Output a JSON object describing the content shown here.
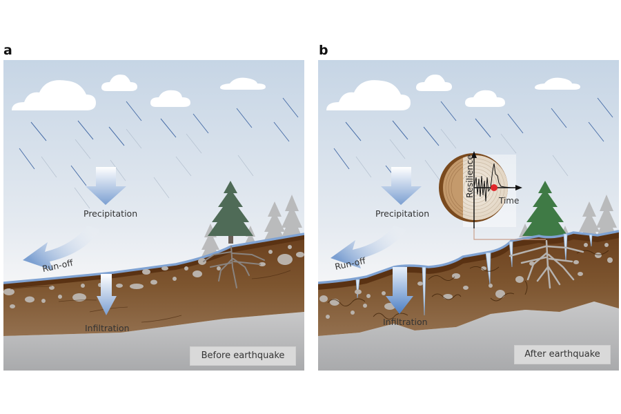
{
  "figure": {
    "panels": [
      {
        "letter": "a",
        "labels": {
          "precipitation": "Precipitation",
          "runoff": "Run-off",
          "infiltration": "Infiltration",
          "state": "Before earthquake"
        }
      },
      {
        "letter": "b",
        "labels": {
          "precipitation": "Precipitation",
          "runoff": "Run-off",
          "infiltration": "Infiltration",
          "state": "After earthquake"
        },
        "inset": {
          "y_axis_label": "Resilience",
          "x_axis_label": "Time",
          "icon": "tree-ring-icon"
        }
      }
    ],
    "colors": {
      "sky_top": "#c7d6e6",
      "sky_bottom": "#f3f4f6",
      "rain": "#4a6fa8",
      "water_line": "#7fa2d2",
      "soil_top": "#5e3516",
      "soil_bottom": "#8f6a4a",
      "bedrock": "#b7b8ba",
      "pebble": "#b9b2ab",
      "tree_green_a": "#4f6b57",
      "tree_green_b": "#3f7a45",
      "tree_grey": "#a8a8a8",
      "arrow_blue": "#7b9fd1",
      "event_dot": "#e0262a"
    }
  }
}
